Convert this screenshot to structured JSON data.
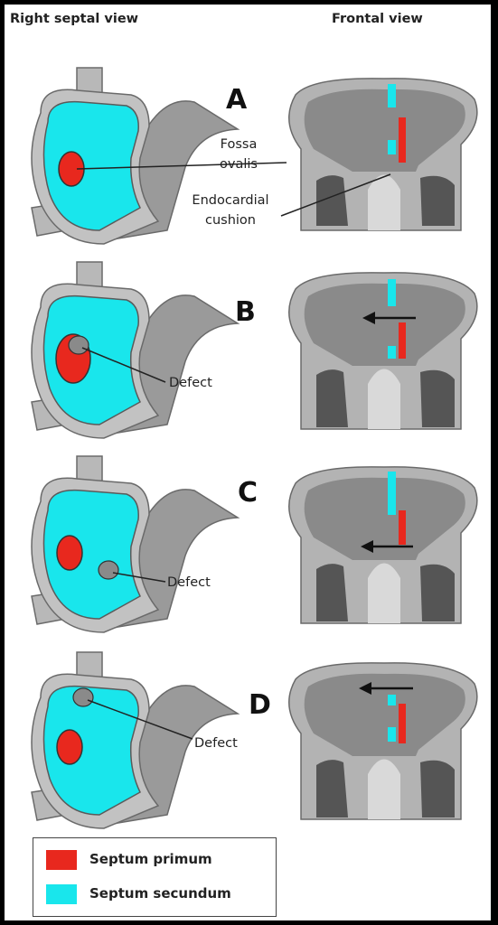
{
  "headers": {
    "left": "Right septal view",
    "right": "Frontal view"
  },
  "panels": [
    {
      "letter": "A",
      "labels": [
        "Fossa",
        "ovalis",
        "Endocardial",
        "cushion"
      ]
    },
    {
      "letter": "B",
      "labels": [
        "Defect"
      ]
    },
    {
      "letter": "C",
      "labels": [
        "Defect"
      ]
    },
    {
      "letter": "D",
      "labels": [
        "Defect"
      ]
    }
  ],
  "legend": [
    {
      "label": "Septum primum",
      "color": "#e8281e"
    },
    {
      "label": "Septum secundum",
      "color": "#19e6ec"
    }
  ],
  "colors": {
    "septum_primum": "#e8281e",
    "septum_secundum": "#19e6ec",
    "tissue": "#b5b5b5",
    "chamber": "#8c8c8c"
  }
}
